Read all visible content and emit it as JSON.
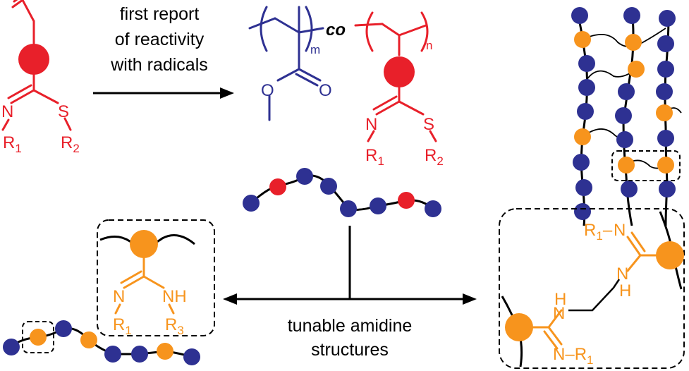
{
  "colors": {
    "red": "#e8202a",
    "blue": "#2e3192",
    "orange": "#f7941d",
    "black": "#000000"
  },
  "arrow_top": {
    "line1": "first report",
    "line2": "of reactivity",
    "line3": "with radicals"
  },
  "arrow_bottom": {
    "line1": "tunable amidine",
    "line2": "structures"
  },
  "monomer": {
    "N": "N",
    "S": "S",
    "R1": "R",
    "R1_sub": "1",
    "R2": "R",
    "R2_sub": "2"
  },
  "copolymer": {
    "co": "co",
    "m": "m",
    "n": "n",
    "O1": "O",
    "O2": "O",
    "N": "N",
    "S": "S",
    "R1": "R",
    "R1_sub": "1",
    "R2": "R",
    "R2_sub": "2"
  },
  "amidine_left": {
    "N": "N",
    "NH": "NH",
    "R1": "R",
    "R1_sub": "1",
    "R3": "R",
    "R3_sub": "3"
  },
  "amidine_right": {
    "top_N": "N",
    "top_R1": "R",
    "top_R1_sub": "1",
    "dash": "–",
    "NH_top": "H",
    "NH_top_N": "N",
    "H_mid": "H",
    "N_mid": "N",
    "bottom_N": "N",
    "bottom_R1": "R",
    "bottom_R1_sub": "1"
  }
}
